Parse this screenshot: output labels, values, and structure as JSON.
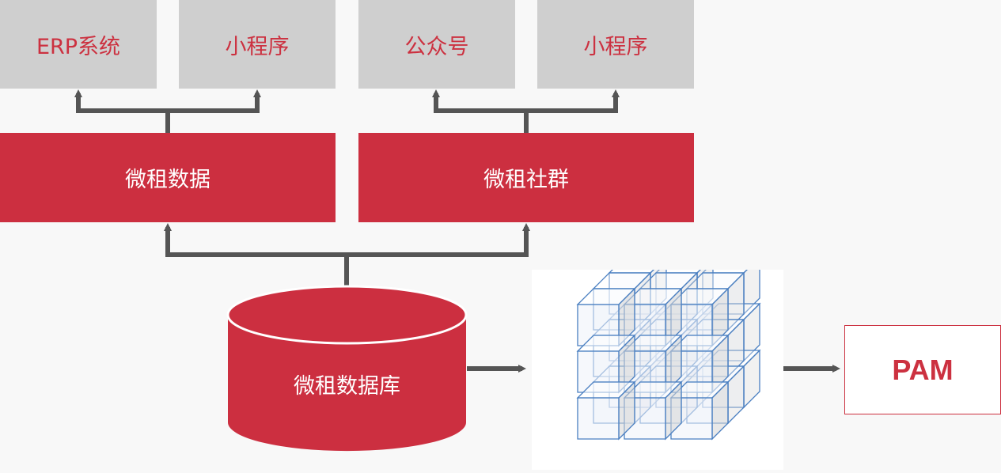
{
  "top_boxes": [
    "ERP系统",
    "小程序",
    "公众号",
    "小程序"
  ],
  "platforms": [
    "微租数据",
    "微租社群"
  ],
  "database": "微租数据库",
  "output": "PAM",
  "colors": {
    "accent": "#cc2f40",
    "box_grey": "#cfcfcf",
    "arrow": "#555555",
    "cube_stroke": "#4a7fc1"
  }
}
